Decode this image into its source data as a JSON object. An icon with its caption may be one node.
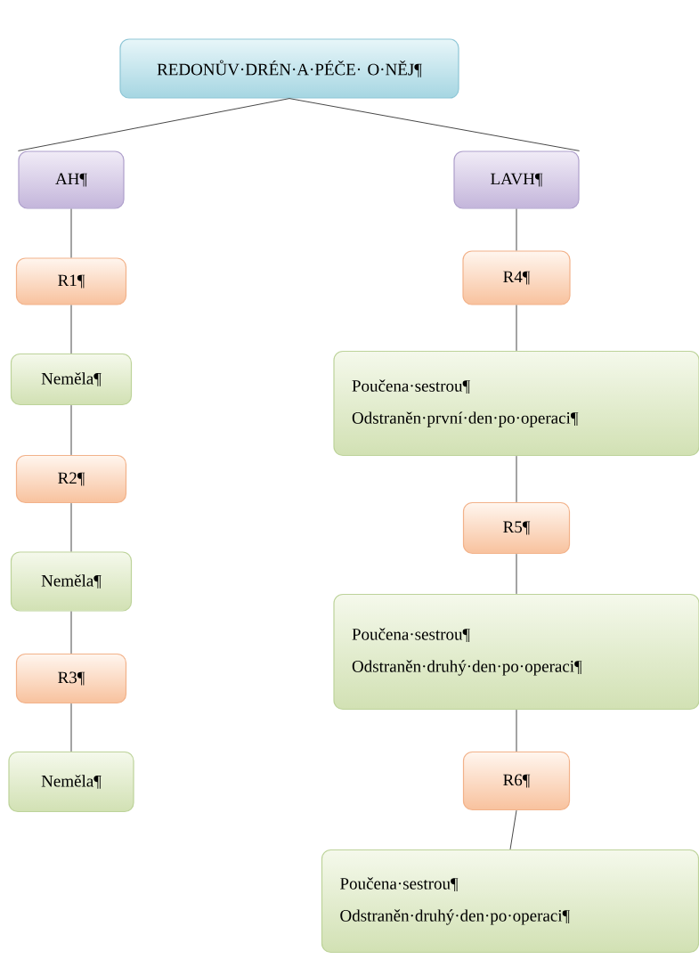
{
  "diagram": {
    "nodes": [
      {
        "text": [
          "REDONŮV·DRÉN·A·PÉČE· O·NĚJ¶"
        ]
      },
      {
        "text": [
          "AH¶"
        ]
      },
      {
        "text": [
          "LAVH¶"
        ]
      },
      {
        "text": [
          "R1¶"
        ]
      },
      {
        "text": [
          "Neměla¶"
        ]
      },
      {
        "text": [
          "R2¶"
        ]
      },
      {
        "text": [
          "Neměla¶"
        ]
      },
      {
        "text": [
          "R3¶"
        ]
      },
      {
        "text": [
          "Neměla¶"
        ]
      },
      {
        "text": [
          "R4¶"
        ]
      },
      {
        "text": [
          "Poučena·sestrou¶",
          "Odstraněn·první·den·po·operaci¶"
        ]
      },
      {
        "text": [
          "R5¶"
        ]
      },
      {
        "text": [
          "Poučena·sestrou¶",
          "Odstraněn·druhý·den·po·operaci¶"
        ]
      },
      {
        "text": [
          "R6¶"
        ]
      },
      {
        "text": [
          "Poučena·sestrou¶",
          "Odstraněn·druhý·den·po·operaci¶"
        ]
      }
    ],
    "edges": [
      {
        "from": 0,
        "to": 1,
        "arrow": "none"
      },
      {
        "from": 0,
        "to": 2,
        "arrow": "none"
      },
      {
        "from": 1,
        "to": 3,
        "arrow": "none"
      },
      {
        "from": 3,
        "to": 4,
        "arrow": "none"
      },
      {
        "from": 4,
        "to": 5,
        "arrow": "none"
      },
      {
        "from": 5,
        "to": 6,
        "arrow": "none"
      },
      {
        "from": 6,
        "to": 7,
        "arrow": "none"
      },
      {
        "from": 7,
        "to": 8,
        "arrow": "none"
      },
      {
        "from": 2,
        "to": 9,
        "arrow": "none"
      },
      {
        "from": 9,
        "to": 10,
        "arrow": "none"
      },
      {
        "from": 10,
        "to": 11,
        "arrow": "none"
      },
      {
        "from": 11,
        "to": 12,
        "arrow": "none"
      },
      {
        "from": 12,
        "to": 13,
        "arrow": "none"
      },
      {
        "from": 13,
        "to": 14,
        "arrow": "none"
      }
    ]
  }
}
